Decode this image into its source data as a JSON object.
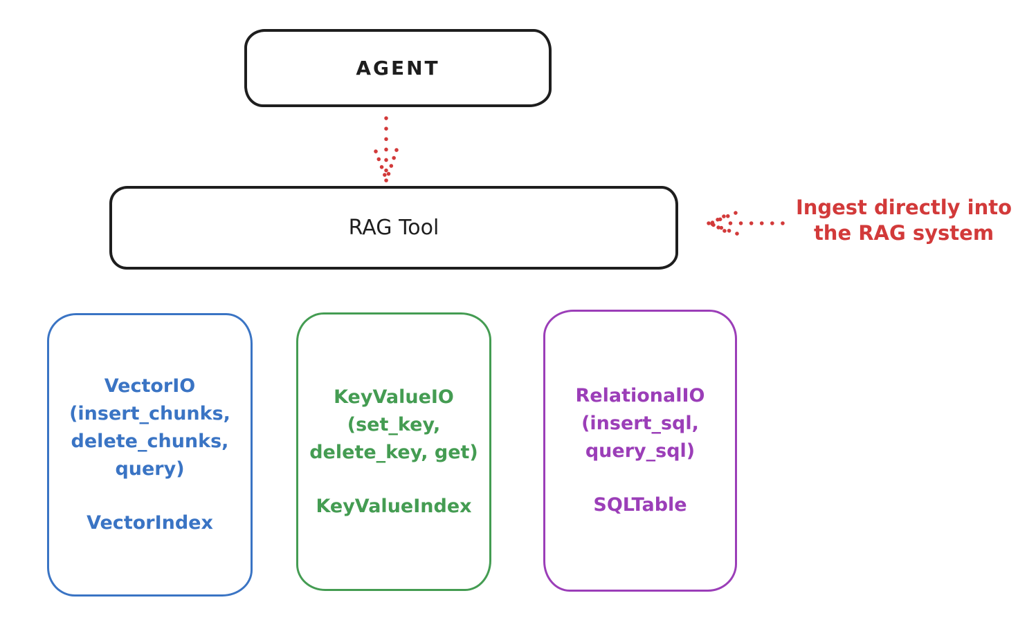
{
  "diagram": {
    "agent": {
      "label": "AGENT"
    },
    "rag_tool": {
      "label": "RAG Tool"
    },
    "annotation": {
      "line1": "Ingest directly into",
      "line2": "the RAG system"
    },
    "stores": [
      {
        "id": "vector-io",
        "lines": [
          "VectorIO",
          "(insert_chunks,",
          "delete_chunks,",
          "query)"
        ],
        "index": "VectorIndex",
        "color": "#3a74c4"
      },
      {
        "id": "keyvalue-io",
        "lines": [
          "KeyValueIO",
          "(set_key,",
          "delete_key, get)"
        ],
        "index": "KeyValueIndex",
        "color": "#449c52"
      },
      {
        "id": "relational-io",
        "lines": [
          "RelationalIO",
          "(insert_sql,",
          "query_sql)"
        ],
        "index": "SQLTable",
        "color": "#9b3eb8"
      }
    ],
    "colors": {
      "stroke_black": "#1e1e1e",
      "accent_red": "#d23a3a",
      "background": "#ffffff"
    }
  }
}
